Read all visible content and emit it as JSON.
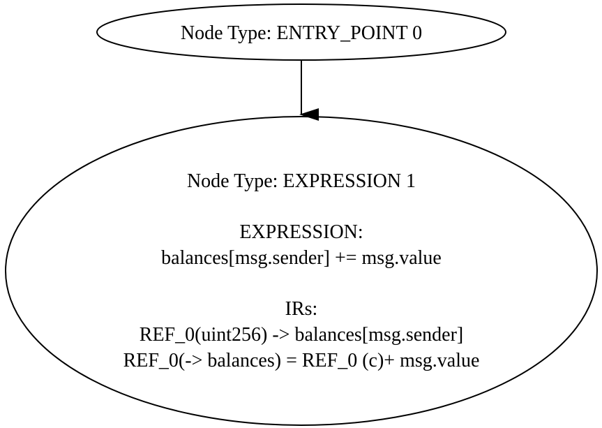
{
  "nodes": {
    "entry": {
      "title": "Node Type: ENTRY_POINT 0"
    },
    "expression": {
      "title": "Node Type: EXPRESSION 1",
      "expression_label": "EXPRESSION:",
      "expression_value": "balances[msg.sender] += msg.value",
      "irs_label": "IRs:",
      "irs": [
        "REF_0(uint256) -> balances[msg.sender]",
        "REF_0(-> balances) = REF_0 (c)+ msg.value"
      ]
    }
  },
  "edges": [
    {
      "from": "entry",
      "to": "expression"
    }
  ],
  "colors": {
    "stroke": "#000000",
    "background": "#ffffff",
    "text": "#000000"
  }
}
